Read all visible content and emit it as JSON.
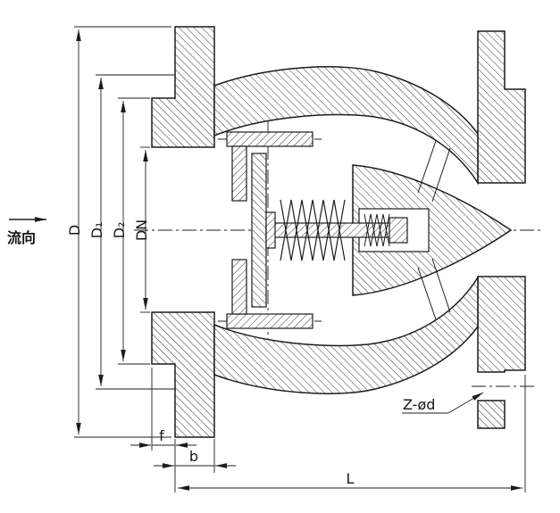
{
  "drawing": {
    "kind": "check-valve-cross-section",
    "flow_label": "流向",
    "dim_labels": {
      "D": "D",
      "D1": "D₁",
      "D2": "D₂",
      "DN": "DN",
      "f": "f",
      "b": "b",
      "L": "L"
    },
    "bolt_hole_label": "Z-ød",
    "colors": {
      "line": "#1c1c1c",
      "background": "#ffffff"
    }
  }
}
